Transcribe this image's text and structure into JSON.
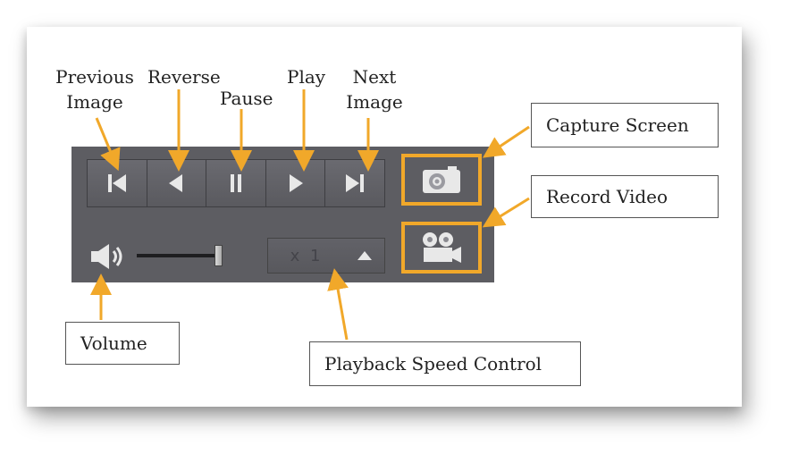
{
  "labels": {
    "previous_image": "Previous\nImage",
    "reverse": "Reverse",
    "pause": "Pause",
    "play": "Play",
    "next_image": "Next\nImage",
    "capture_screen": "Capture Screen",
    "record_video": "Record Video",
    "volume": "Volume",
    "playback_speed": "Playback Speed Control"
  },
  "controls": {
    "transport_icons": [
      "skip-previous-icon",
      "reverse-icon",
      "pause-icon",
      "play-icon",
      "skip-next-icon"
    ],
    "capture_icon": "camera-icon",
    "record_icon": "film-camera-icon",
    "volume_icon": "speaker-icon",
    "volume_level": 0.95,
    "speed_value": "x 1",
    "speed_up_icon": "triangle-up-icon"
  },
  "colors": {
    "panel": "#5d5d62",
    "highlight": "#f1a82a",
    "arrow": "#f1a82a",
    "icon": "#e8e8e8"
  }
}
